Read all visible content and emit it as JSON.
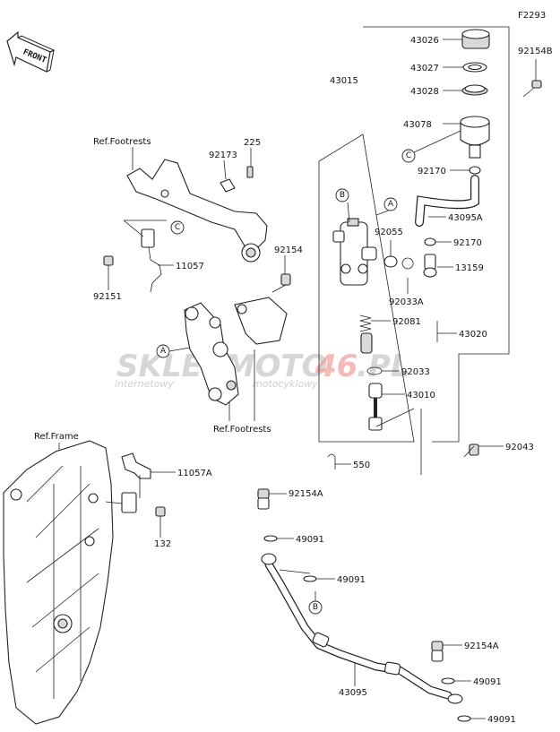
{
  "diagram_code": "F2293",
  "front_label": "FRONT",
  "watermark": {
    "part1": "SKLEPMOTO",
    "part2": "46",
    "part3": ".PL",
    "sub_left": "internetowy",
    "sub_right": "motocyklowy"
  },
  "ref_labels": {
    "footrests_top": "Ref.Footrests",
    "footrests_bottom": "Ref.Footrests",
    "frame": "Ref.Frame"
  },
  "part_numbers": {
    "p43026": "43026",
    "p43027": "43027",
    "p43028": "43028",
    "p43078": "43078",
    "p43015": "43015",
    "p92154B": "92154B",
    "p92170a": "92170",
    "p43095A": "43095A",
    "p92055": "92055",
    "p92170b": "92170",
    "p13159": "13159",
    "p92033A": "92033A",
    "p92081": "92081",
    "p43020": "43020",
    "p92033": "92033",
    "p43010": "43010",
    "p92043": "92043",
    "p550": "550",
    "p92173": "92173",
    "p225": "225",
    "p11057": "11057",
    "p92151": "92151",
    "p92154": "92154",
    "p11057A": "11057A",
    "p132": "132",
    "p92154A_1": "92154A",
    "p49091_1": "49091",
    "p49091_2": "49091",
    "p92154A_2": "92154A",
    "p49091_3": "49091",
    "p43095": "43095",
    "p49091_4": "49091"
  },
  "callouts": {
    "A1": "A",
    "A2": "A",
    "B1": "B",
    "B2": "B",
    "C1": "C",
    "C2": "C"
  }
}
